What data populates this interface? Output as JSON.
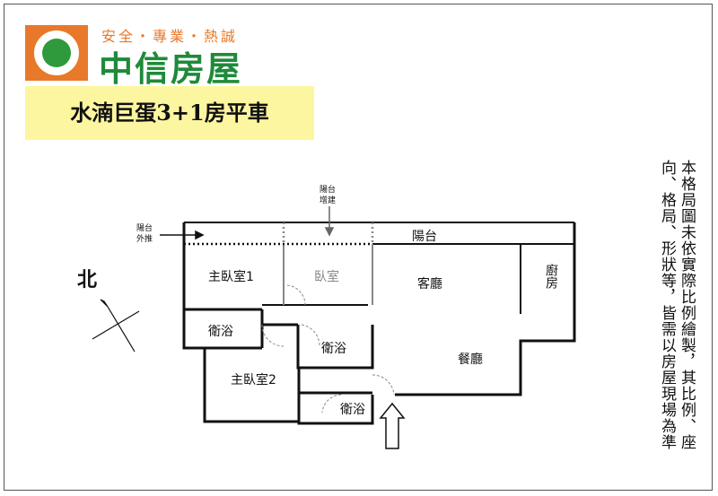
{
  "header": {
    "slogan": "安全・專業・熱誠",
    "brand_name": "中信房屋",
    "title": "水湳巨蛋3+1房平車"
  },
  "disclaimer": "本格局圖未依實際比例繪製，其比例、座向、格局、形狀等，皆需以房屋現場為準",
  "compass": {
    "label": "北"
  },
  "rooms": {
    "master_bedroom_1": "主臥室1",
    "bedroom": "臥室",
    "living_room": "客廳",
    "kitchen": "廚房",
    "balcony": "陽台",
    "bath_1": "衛浴",
    "bath_2": "衛浴",
    "bath_3": "衛浴",
    "dining_room": "餐廳",
    "master_bedroom_2": "主臥室2"
  },
  "annotations": {
    "balcony_pushed_out_line1": "陽台",
    "balcony_pushed_out_line2": "外推",
    "balcony_enclosed_line1": "陽台",
    "balcony_enclosed_line2": "增建"
  },
  "colors": {
    "logo_orange": "#e8792a",
    "logo_green": "#2f9a3c",
    "brand_green": "#1e8a3a",
    "title_bg": "#fdf6a0"
  }
}
